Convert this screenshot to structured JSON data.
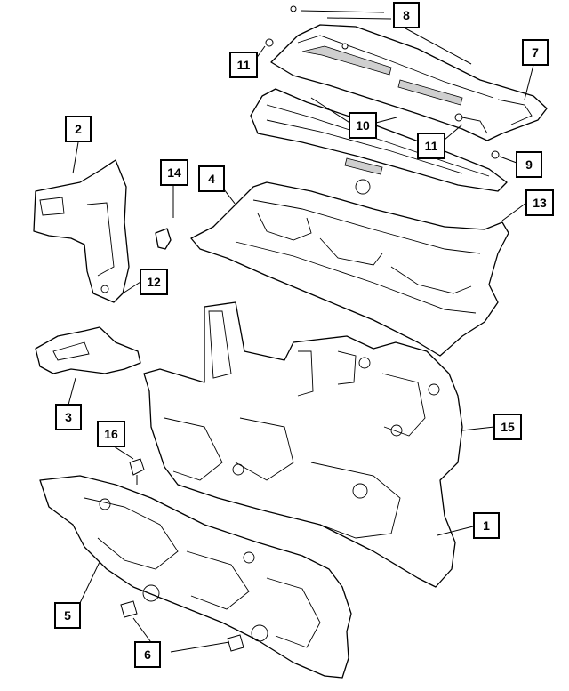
{
  "callouts": [
    {
      "label": "1"
    },
    {
      "label": "2"
    },
    {
      "label": "3"
    },
    {
      "label": "4"
    },
    {
      "label": "5"
    },
    {
      "label": "6"
    },
    {
      "label": "7"
    },
    {
      "label": "8"
    },
    {
      "label": "9"
    },
    {
      "label": "10"
    },
    {
      "label": "11"
    },
    {
      "label": "11"
    },
    {
      "label": "12"
    },
    {
      "label": "13"
    },
    {
      "label": "14"
    },
    {
      "label": "15"
    },
    {
      "label": "16"
    }
  ]
}
